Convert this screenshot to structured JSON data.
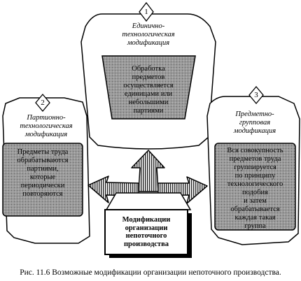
{
  "nodes": [
    {
      "number": "1",
      "title": "Единично-\nтехнологическая\nмодификация",
      "body": "Обработка\nпредметов\nосуществляется\nединицами или\nнебольшими\nпартиями"
    },
    {
      "number": "2",
      "title": "Партионно-\nтехнологическая\nмодификация",
      "body": "Предметы труда\nобрабатываются\nпартиями,\nкоторые\nпериодически\nповторяются"
    },
    {
      "number": "3",
      "title": "Предметно-\nгрупповая\nмодификация",
      "body": "Вся совокупность\nпредметов труда\nгруппируется\nпо принципу\nтехнологического\nподобия\nи затем\nобрабатывается\nкаждая такая\nгруппа"
    }
  ],
  "center": {
    "label": "Модификации\nорганизации\nнепоточного\nпроизводства"
  },
  "caption": "Рис. 11.6 Возможные модификации организации непоточного производства.",
  "colors": {
    "box_fill": "#8c8c8c",
    "stroke": "#000000",
    "background": "#ffffff"
  }
}
